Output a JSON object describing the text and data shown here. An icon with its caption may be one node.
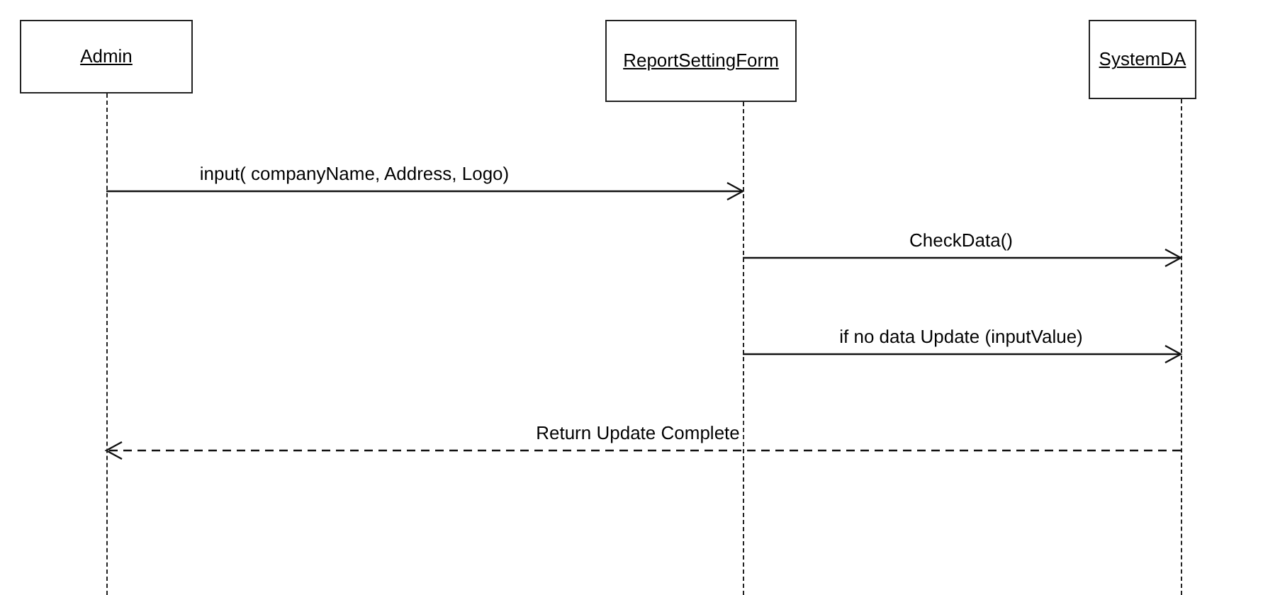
{
  "diagram": {
    "nodes": [
      {
        "text": [
          "Admin"
        ]
      },
      {
        "text": [
          "ReportSettingForm"
        ]
      },
      {
        "text": [
          "SystemDA"
        ]
      },
      {
        "text": [],
        "shape": "line"
      },
      {
        "text": [],
        "shape": "line"
      },
      {
        "text": [],
        "shape": "line"
      }
    ],
    "edges": [
      {
        "from": 3,
        "to": 4,
        "arrow": "to",
        "label": "input( companyName, Address, Logo)"
      },
      {
        "from": 4,
        "to": 5,
        "arrow": "to",
        "label": "CheckData()"
      },
      {
        "from": 4,
        "to": 5,
        "arrow": "to",
        "label": "if no data Update (inputValue)"
      },
      {
        "from": 5,
        "to": 3,
        "arrow": "to",
        "label": "Return Update Complete",
        "style": "dashed"
      }
    ]
  }
}
